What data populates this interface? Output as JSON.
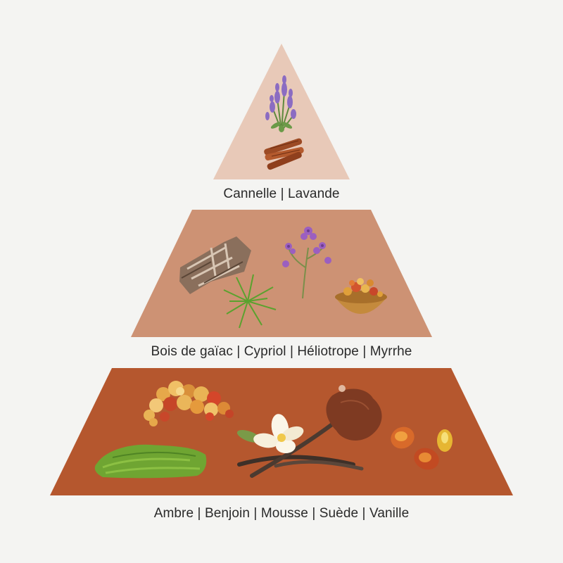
{
  "pyramid": {
    "tiers": [
      {
        "id": "top",
        "label": "Cannelle | Lavande",
        "color": "#e8c9b8",
        "icons": [
          "lavender-icon",
          "cinnamon-icon"
        ]
      },
      {
        "id": "middle",
        "label": "Bois de gaïac | Cypriol | Héliotrope | Myrrhe",
        "color": "#cd9274",
        "icons": [
          "guaiac-wood-icon",
          "cypriol-icon",
          "heliotrope-icon",
          "myrrh-bowl-icon"
        ]
      },
      {
        "id": "base",
        "label": "Ambre | Benjoin | Mousse | Suède | Vanille",
        "color": "#b5572e",
        "icons": [
          "benzoin-resin-icon",
          "moss-icon",
          "vanilla-icon",
          "suede-icon",
          "amber-stones-icon"
        ]
      }
    ]
  }
}
